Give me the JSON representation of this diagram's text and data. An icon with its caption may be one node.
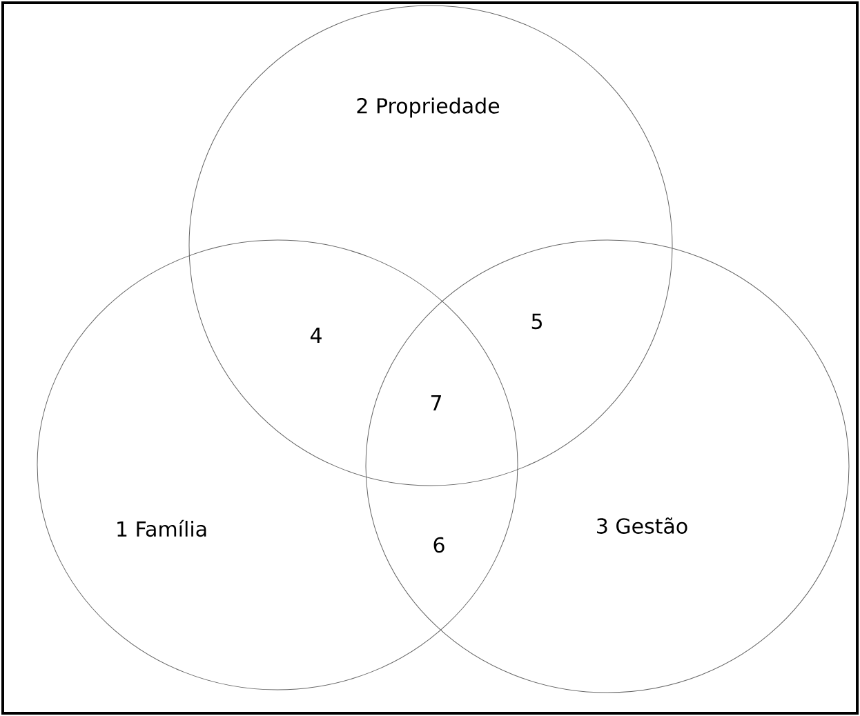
{
  "diagram": {
    "nodes": [
      {
        "text": [
          "2 Propriedade"
        ]
      },
      {
        "text": [
          "1 Família"
        ]
      },
      {
        "text": [
          "3 Gestão"
        ]
      }
    ],
    "edges": [],
    "labels": [
      "4",
      "5",
      "7",
      "6"
    ]
  }
}
